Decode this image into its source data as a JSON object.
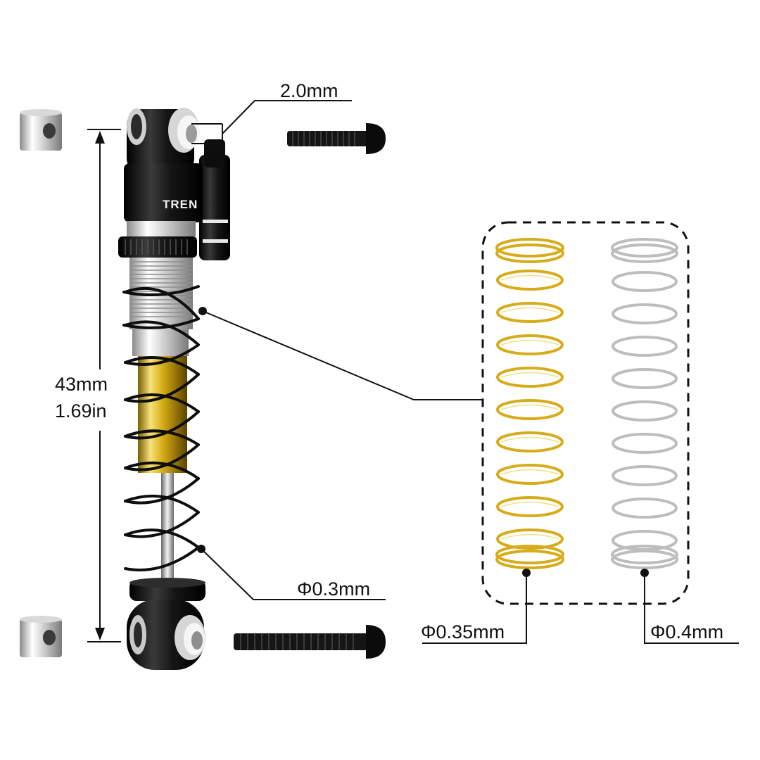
{
  "brand_text": "TREN",
  "dimensions": {
    "mount_hole": "2.0mm",
    "length_mm": "43mm",
    "length_in": "1.69in"
  },
  "springs": {
    "installed_wire": "Φ0.3mm",
    "gold_wire": "Φ0.35mm",
    "silver_wire": "Φ0.4mm"
  },
  "colors": {
    "body_black": "#141414",
    "gold": "#d9b21c",
    "silver": "#c9c9c9",
    "leader_line": "#111111"
  }
}
